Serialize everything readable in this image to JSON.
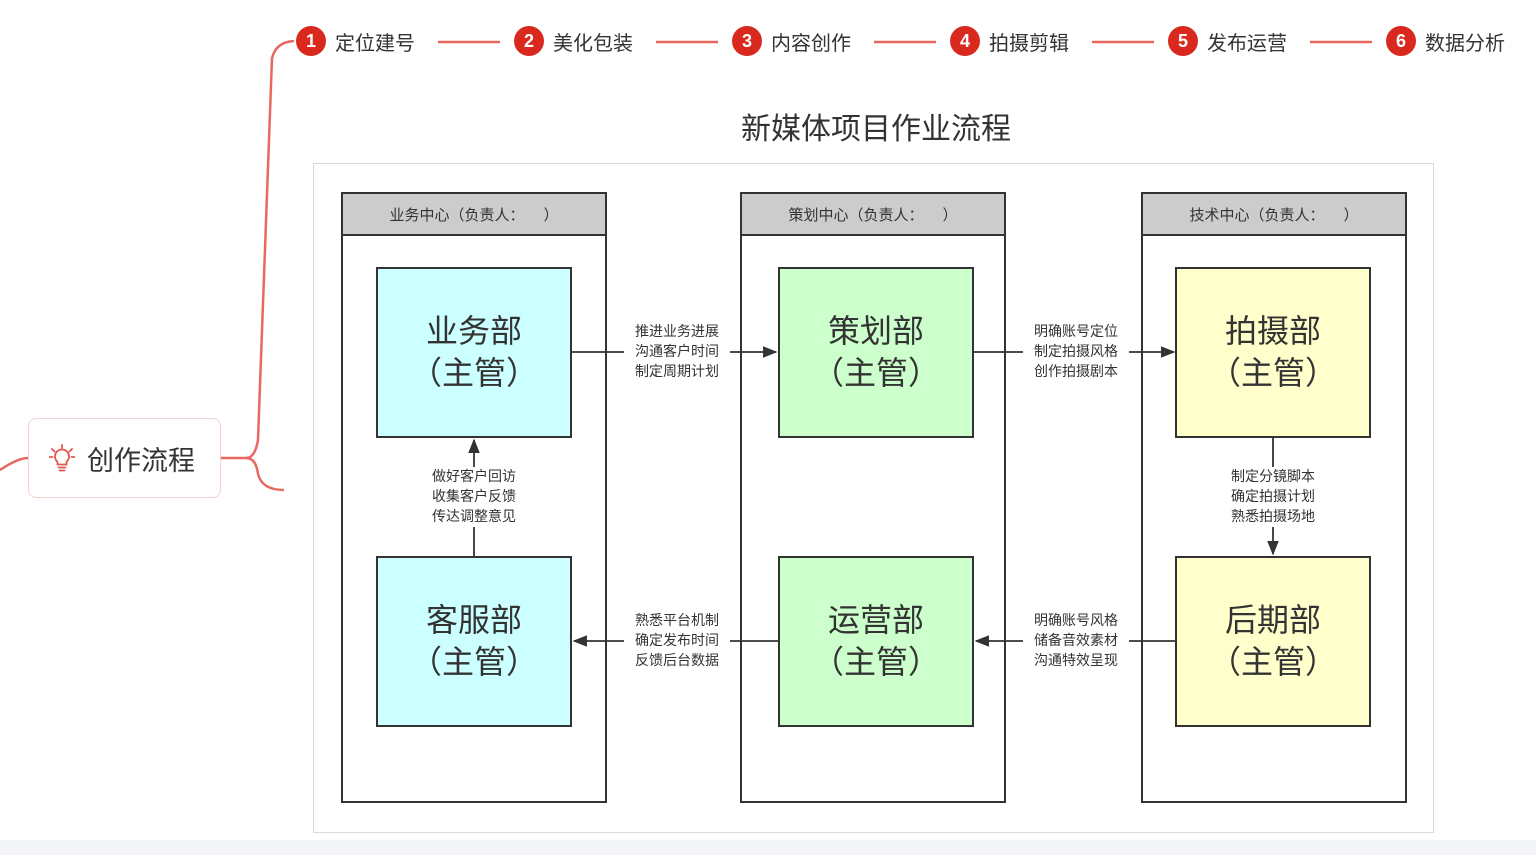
{
  "steps": [
    {
      "num": "1",
      "label": "定位建号"
    },
    {
      "num": "2",
      "label": "美化包装"
    },
    {
      "num": "3",
      "label": "内容创作"
    },
    {
      "num": "4",
      "label": "拍摄剪辑"
    },
    {
      "num": "5",
      "label": "发布运营"
    },
    {
      "num": "6",
      "label": "数据分析"
    }
  ],
  "root": {
    "label": "创作流程",
    "icon": "lightbulb-icon"
  },
  "diagram": {
    "title": "新媒体项目作业流程",
    "lanes": [
      {
        "header": "业务中心（负责人：    ）"
      },
      {
        "header": "策划中心（负责人：    ）"
      },
      {
        "header": "技术中心（负责人：    ）"
      }
    ],
    "departments": {
      "business": {
        "name": "业务部",
        "role": "（主管）",
        "color": "#ccffff"
      },
      "customer_service": {
        "name": "客服部",
        "role": "（主管）",
        "color": "#ccffff"
      },
      "planning": {
        "name": "策划部",
        "role": "（主管）",
        "color": "#ccffcc"
      },
      "operations": {
        "name": "运营部",
        "role": "（主管）",
        "color": "#ccffcc"
      },
      "shooting": {
        "name": "拍摄部",
        "role": "（主管）",
        "color": "#ffffcc"
      },
      "post_production": {
        "name": "后期部",
        "role": "（主管）",
        "color": "#ffffcc"
      }
    },
    "edges": {
      "business_to_planning": [
        "推进业务进展",
        "沟通客户时间",
        "制定周期计划"
      ],
      "planning_to_shooting": [
        "明确账号定位",
        "制定拍摄风格",
        "创作拍摄剧本"
      ],
      "shooting_to_post": [
        "制定分镜脚本",
        "确定拍摄计划",
        "熟悉拍摄场地"
      ],
      "post_to_operations": [
        "明确账号风格",
        "储备音效素材",
        "沟通特效呈现"
      ],
      "operations_to_customer_service": [
        "熟悉平台机制",
        "确定发布时间",
        "反馈后台数据"
      ],
      "customer_service_to_business": [
        "做好客户回访",
        "收集客户反馈",
        "传达调整意见"
      ]
    }
  },
  "colors": {
    "accent": "#d9281e",
    "connector": "#e8685f"
  }
}
